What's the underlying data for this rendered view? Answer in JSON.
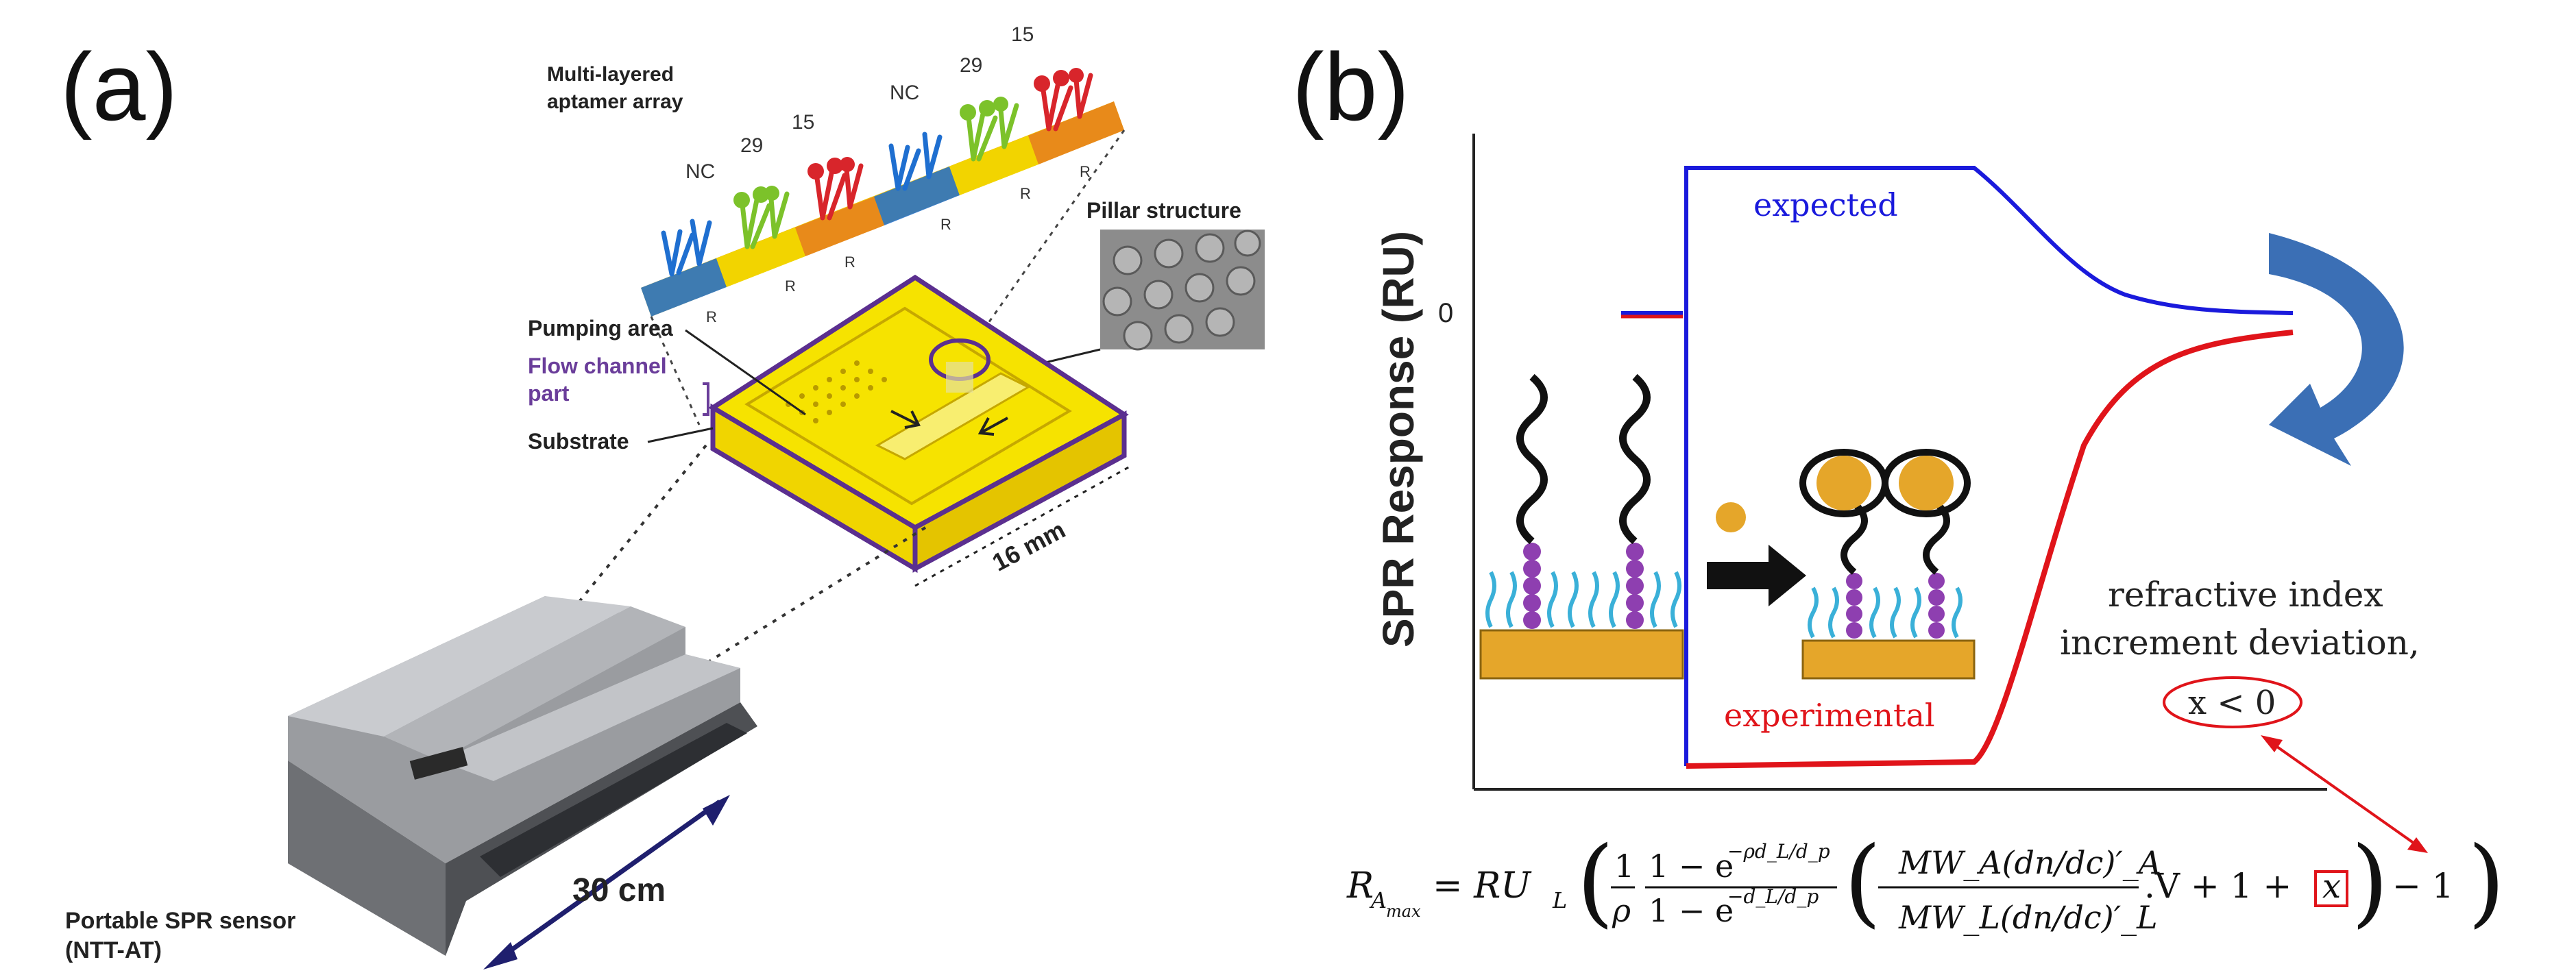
{
  "panel_a": {
    "letter": "(a)",
    "array_title_line1": "Multi-layered",
    "array_title_line2": "aptamer array",
    "segment_labels": [
      "NC",
      "29",
      "15",
      "NC",
      "29",
      "15"
    ],
    "r_label": "R",
    "pillar_label": "Pillar structure",
    "pumping_label": "Pumping area",
    "flow_line1": "Flow channel",
    "flow_line2": "part",
    "substrate_label": "Substrate",
    "dim_16": "16 mm",
    "dim_30": "30 cm",
    "device_line1": "Portable SPR sensor",
    "device_line2": "(NTT-AT)",
    "colors": {
      "blue": "#1f6fd0",
      "green": "#7cc22a",
      "red": "#d8252b",
      "yellow": "#f2d400",
      "orange": "#e88a1a",
      "purple": "#6a3d9a"
    }
  },
  "panel_b": {
    "letter": "(b)",
    "y_axis_label": "SPR Response (RU)",
    "y_tick_zero": "0",
    "expected_label": "expected",
    "experimental_label": "experimental",
    "annotation_line1": "refractive index",
    "annotation_line2": "increment deviation,",
    "x_condition": "x < 0",
    "formula_lhs": "R",
    "formula_lhs_sub": "A",
    "formula_lhs_subsub": "max",
    "formula_eq": "= RU",
    "formula_eq_sub": "L",
    "formula_one_over_rho_num": "1",
    "formula_one_over_rho_den": "ρ",
    "formula_frac_num": "1 − e",
    "formula_frac_num_exp": "−ρd_L/d_p",
    "formula_frac_den": "1 − e",
    "formula_frac_den_exp": "−d_L/d_p",
    "formula_mw_num": "MW_A(dn/dc)′_A",
    "formula_mw_den": "MW_L(dn/dc)′_L",
    "formula_tail1": ".V + 1 +",
    "formula_x": "x",
    "formula_tail2": "− 1",
    "colors": {
      "expected": "#1a1adc",
      "experimental": "#e0141a",
      "arrow": "#3b6fb5",
      "gold": "#e5a62a"
    }
  }
}
